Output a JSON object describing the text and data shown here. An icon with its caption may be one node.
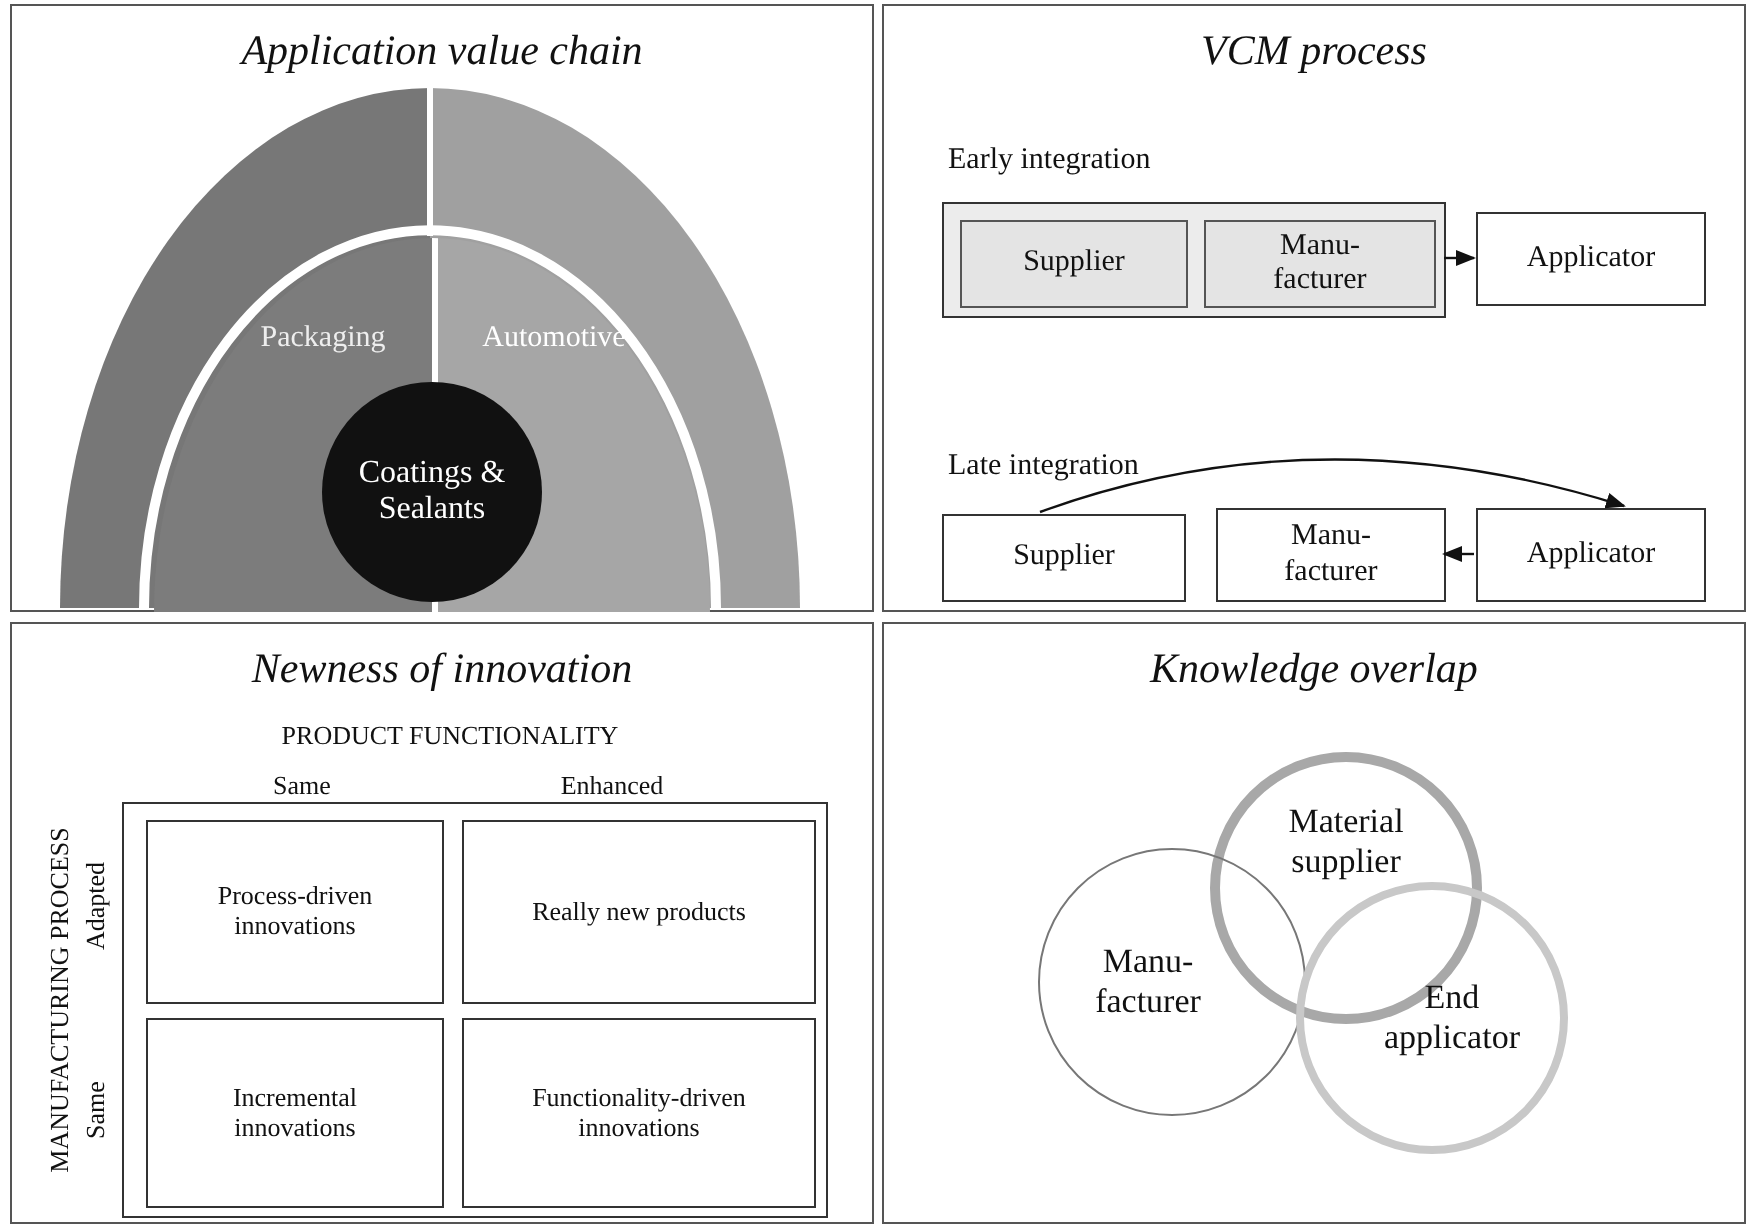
{
  "diagram": {
    "nodes": [
      {
        "text": [
          "Application value chain"
        ]
      },
      {
        "text": [
          "Packaging"
        ],
        "in": 0
      },
      {
        "text": [
          "Automotive"
        ],
        "in": 0
      },
      {
        "text": [
          "Coatings & Sealants"
        ],
        "in": 0
      },
      {
        "text": [
          "VCM process"
        ]
      },
      {
        "text": [],
        "shape": "box",
        "in": 4
      },
      {
        "text": [
          "Supplier"
        ],
        "in": 5
      },
      {
        "text": [
          "Manu- facturer"
        ],
        "in": 5
      },
      {
        "text": [
          "Applicator"
        ],
        "in": 4
      },
      {
        "text": [
          "Supplier"
        ],
        "in": 4
      },
      {
        "text": [
          "Manu- facturer"
        ],
        "in": 4
      },
      {
        "text": [
          "Applicator"
        ],
        "in": 4
      },
      {
        "text": [
          "Newness of innovation"
        ]
      },
      {
        "text": [],
        "shape": "box",
        "in": 12
      },
      {
        "text": [
          "Process-driven innovations"
        ],
        "in": 13
      },
      {
        "text": [
          "Really new products"
        ],
        "in": 13
      },
      {
        "text": [
          "Incremental innovations"
        ],
        "in": 13
      },
      {
        "text": [
          "Functionality-driven innovations"
        ],
        "in": 13
      },
      {
        "text": [
          "Knowledge overlap"
        ]
      },
      {
        "text": [
          "Material supplier"
        ],
        "in": 18
      },
      {
        "text": [
          "Manu- facturer"
        ],
        "in": 18
      },
      {
        "text": [
          "End applicator"
        ],
        "in": 18
      }
    ],
    "edges": [
      {
        "from": 5,
        "to": 8,
        "arrow": "to"
      },
      {
        "from": 9,
        "to": 11,
        "arrow": "to"
      },
      {
        "from": 11,
        "to": 10,
        "arrow": "to"
      }
    ],
    "labels": [
      "Early integration",
      "Late integration",
      "PRODUCT FUNCTIONALITY",
      "Same",
      "Enhanced",
      "MANUFACTURING PROCESS",
      "Adapted",
      "Same"
    ]
  }
}
